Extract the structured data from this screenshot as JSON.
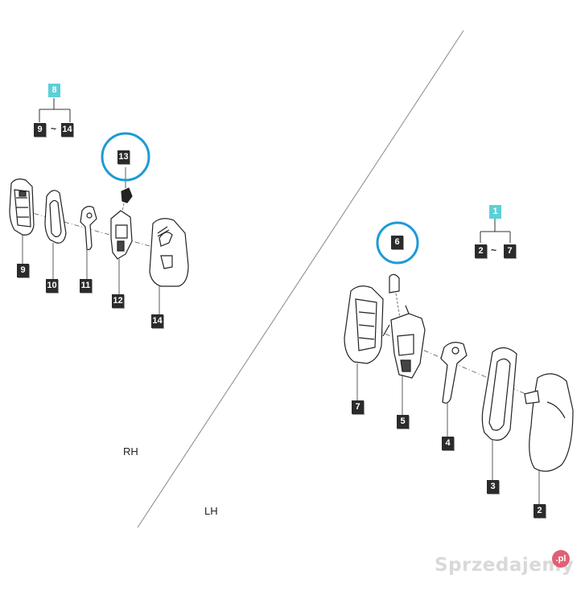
{
  "sides": {
    "right": "RH",
    "left": "LH"
  },
  "rh_group": {
    "assembly": "8",
    "range_from": "9",
    "range_sep": "~",
    "range_to": "14"
  },
  "lh_group": {
    "assembly": "1",
    "range_from": "2",
    "range_sep": "~",
    "range_to": "7"
  },
  "rh_parts": [
    "9",
    "10",
    "11",
    "12",
    "13",
    "14"
  ],
  "lh_parts": [
    "2",
    "3",
    "4",
    "5",
    "6",
    "7"
  ],
  "highlighted_parts": [
    "13",
    "6"
  ],
  "watermark": {
    "text": "Sprzedajemy",
    "badge": ".pl"
  },
  "colors": {
    "highlight": "#1e9ad6",
    "assembly_tag": "#5ccfd8",
    "callout": "#2b2b2b",
    "line": "#333333"
  }
}
